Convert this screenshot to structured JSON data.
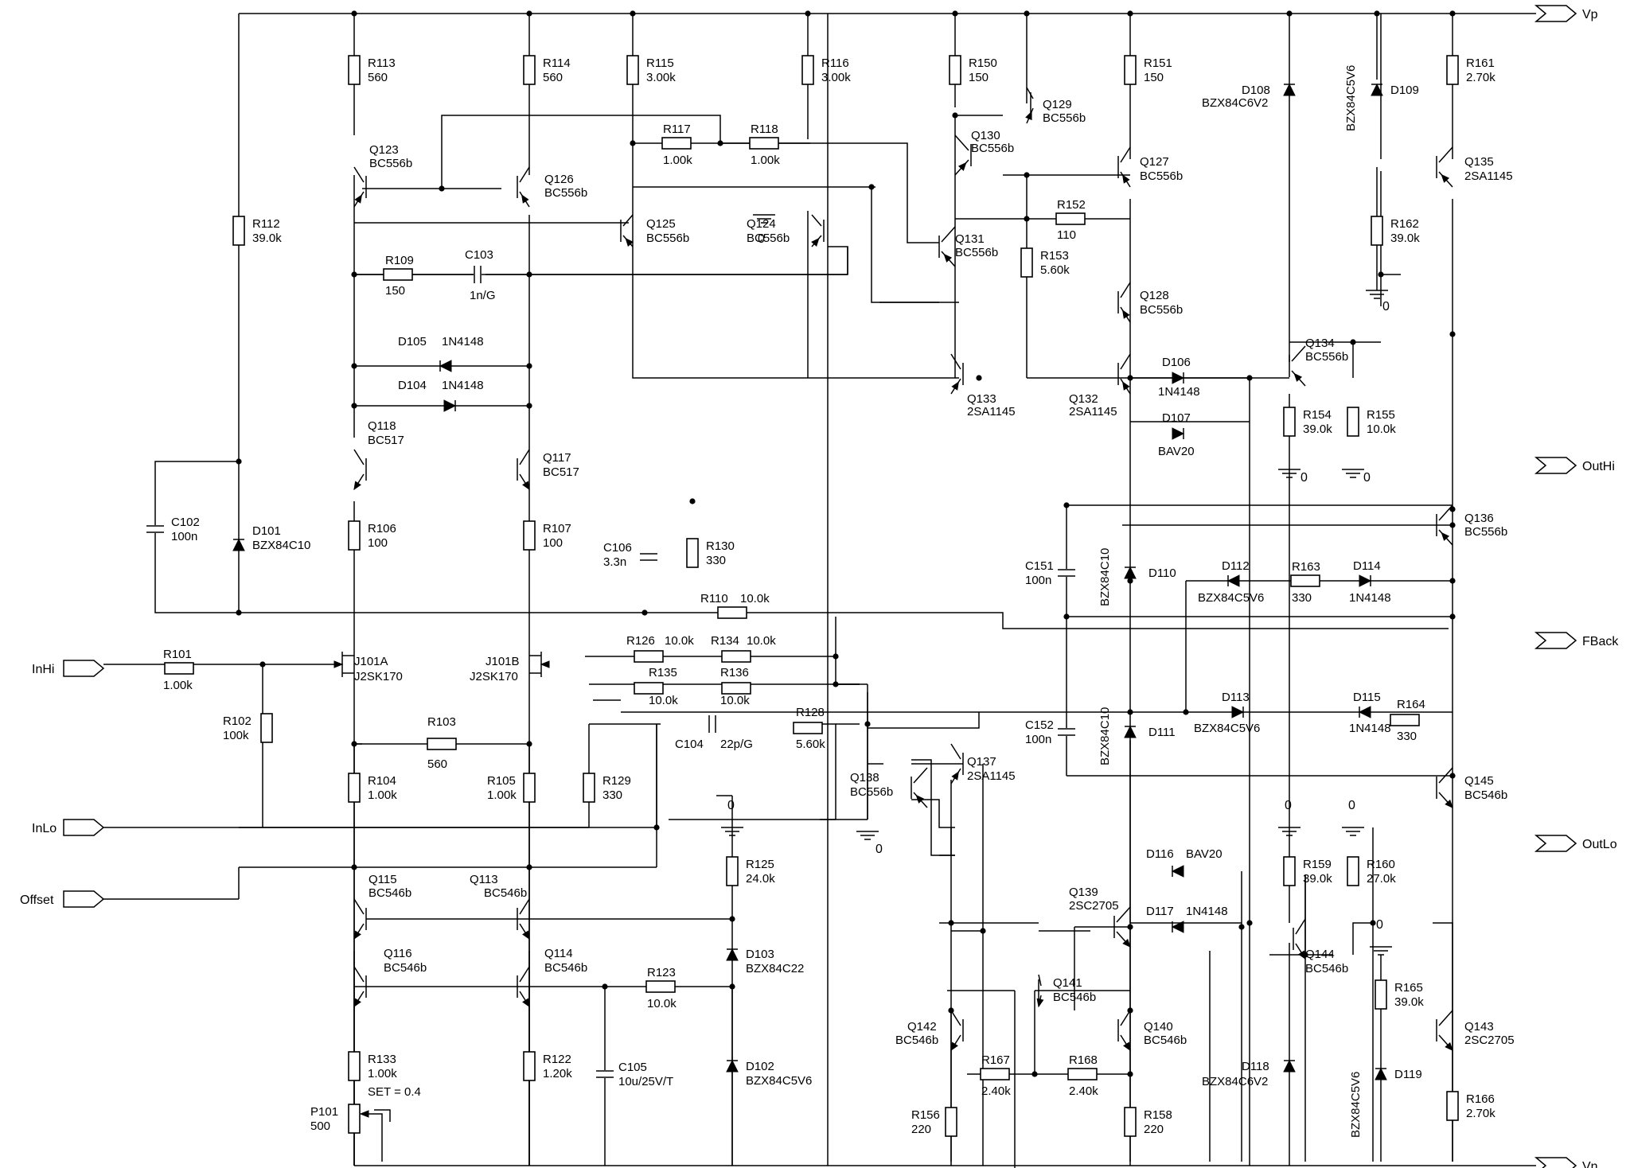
{
  "nets": {
    "vp": "Vp",
    "vn": "Vn",
    "outhi": "OutHi",
    "outlo": "OutLo",
    "fback": "FBack",
    "inhi": "InHi",
    "inlo": "InLo",
    "offset": "Offset",
    "gnd": "0"
  },
  "resistors": [
    {
      "ref": "R113",
      "value": "560"
    },
    {
      "ref": "R114",
      "value": "560"
    },
    {
      "ref": "R115",
      "value": "3.00k"
    },
    {
      "ref": "R116",
      "value": "3.00k"
    },
    {
      "ref": "R150",
      "value": "150"
    },
    {
      "ref": "R151",
      "value": "150"
    },
    {
      "ref": "R161",
      "value": "2.70k"
    },
    {
      "ref": "R117",
      "value": "1.00k"
    },
    {
      "ref": "R118",
      "value": "1.00k"
    },
    {
      "ref": "R112",
      "value": "39.0k"
    },
    {
      "ref": "R109",
      "value": "150"
    },
    {
      "ref": "R152",
      "value": "110"
    },
    {
      "ref": "R153",
      "value": "5.60k"
    },
    {
      "ref": "R162",
      "value": "39.0k"
    },
    {
      "ref": "R154",
      "value": "39.0k"
    },
    {
      "ref": "R155",
      "value": "10.0k"
    },
    {
      "ref": "R106",
      "value": "100"
    },
    {
      "ref": "R107",
      "value": "100"
    },
    {
      "ref": "R130",
      "value": "330"
    },
    {
      "ref": "R110",
      "value": "10.0k"
    },
    {
      "ref": "R163",
      "value": "330"
    },
    {
      "ref": "R126",
      "value": "10.0k"
    },
    {
      "ref": "R134",
      "value": "10.0k"
    },
    {
      "ref": "R135",
      "value": "10.0k"
    },
    {
      "ref": "R136",
      "value": "10.0k"
    },
    {
      "ref": "R101",
      "value": "1.00k"
    },
    {
      "ref": "R102",
      "value": "100k"
    },
    {
      "ref": "R103",
      "value": "560"
    },
    {
      "ref": "R128",
      "value": "5.60k"
    },
    {
      "ref": "R164",
      "value": "330"
    },
    {
      "ref": "R104",
      "value": "1.00k"
    },
    {
      "ref": "R105",
      "value": "1.00k"
    },
    {
      "ref": "R129",
      "value": "330"
    },
    {
      "ref": "R125",
      "value": "24.0k"
    },
    {
      "ref": "R159",
      "value": "39.0k"
    },
    {
      "ref": "R160",
      "value": "27.0k"
    },
    {
      "ref": "R123",
      "value": "10.0k"
    },
    {
      "ref": "R165",
      "value": "39.0k"
    },
    {
      "ref": "R133",
      "value": "1.00k"
    },
    {
      "ref": "R122",
      "value": "1.20k"
    },
    {
      "ref": "R167",
      "value": "2.40k"
    },
    {
      "ref": "R168",
      "value": "2.40k"
    },
    {
      "ref": "R156",
      "value": "220"
    },
    {
      "ref": "R158",
      "value": "220"
    },
    {
      "ref": "R166",
      "value": "2.70k"
    }
  ],
  "capacitors": [
    {
      "ref": "C103",
      "value": "1n/G"
    },
    {
      "ref": "C102",
      "value": "100n"
    },
    {
      "ref": "C106",
      "value": "3.3n"
    },
    {
      "ref": "C151",
      "value": "100n"
    },
    {
      "ref": "C152",
      "value": "100n"
    },
    {
      "ref": "C104",
      "value": "22p/G"
    },
    {
      "ref": "C105",
      "value": "10u/25V/T"
    }
  ],
  "diodes": [
    {
      "ref": "D108",
      "value": "BZX84C6V2"
    },
    {
      "ref": "D109",
      "value": "BZX84C5V6"
    },
    {
      "ref": "D105",
      "value": "1N4148"
    },
    {
      "ref": "D104",
      "value": "1N4148"
    },
    {
      "ref": "D106",
      "value": "1N4148"
    },
    {
      "ref": "D107",
      "value": "BAV20"
    },
    {
      "ref": "D101",
      "value": "BZX84C10"
    },
    {
      "ref": "D110",
      "value": "BZX84C10"
    },
    {
      "ref": "D112",
      "value": "BZX84C5V6"
    },
    {
      "ref": "D114",
      "value": "1N4148"
    },
    {
      "ref": "D111",
      "value": "BZX84C10"
    },
    {
      "ref": "D113",
      "value": "BZX84C5V6"
    },
    {
      "ref": "D115",
      "value": "1N4148"
    },
    {
      "ref": "D116",
      "value": "BAV20"
    },
    {
      "ref": "D117",
      "value": "1N4148"
    },
    {
      "ref": "D103",
      "value": "BZX84C22"
    },
    {
      "ref": "D102",
      "value": "BZX84C5V6"
    },
    {
      "ref": "D118",
      "value": "BZX84C6V2"
    },
    {
      "ref": "D119",
      "value": "BZX84C5V6"
    }
  ],
  "transistors": [
    {
      "ref": "Q129",
      "value": "BC556b"
    },
    {
      "ref": "Q130",
      "value": "BC556b"
    },
    {
      "ref": "Q123",
      "value": "BC556b"
    },
    {
      "ref": "Q126",
      "value": "BC556b"
    },
    {
      "ref": "Q127",
      "value": "BC556b"
    },
    {
      "ref": "Q135",
      "value": "2SA1145"
    },
    {
      "ref": "Q125",
      "value": "BC556b"
    },
    {
      "ref": "Q124",
      "value": "BC556b"
    },
    {
      "ref": "Q131",
      "value": "BC556b"
    },
    {
      "ref": "Q128",
      "value": "BC556b"
    },
    {
      "ref": "Q134",
      "value": "BC556b"
    },
    {
      "ref": "Q133",
      "value": "2SA1145"
    },
    {
      "ref": "Q132",
      "value": "2SA1145"
    },
    {
      "ref": "Q118",
      "value": "BC517"
    },
    {
      "ref": "Q117",
      "value": "BC517"
    },
    {
      "ref": "Q136",
      "value": "BC556b"
    },
    {
      "ref": "J101A",
      "value": "J2SK170"
    },
    {
      "ref": "J101B",
      "value": "J2SK170"
    },
    {
      "ref": "Q137",
      "value": "2SA1145"
    },
    {
      "ref": "Q138",
      "value": "BC556b"
    },
    {
      "ref": "Q145",
      "value": "BC546b"
    },
    {
      "ref": "Q115",
      "value": "BC546b"
    },
    {
      "ref": "Q113",
      "value": "BC546b"
    },
    {
      "ref": "Q139",
      "value": "2SC2705"
    },
    {
      "ref": "Q116",
      "value": "BC546b"
    },
    {
      "ref": "Q114",
      "value": "BC546b"
    },
    {
      "ref": "Q144",
      "value": "BC546b"
    },
    {
      "ref": "Q141",
      "value": "BC546b"
    },
    {
      "ref": "Q142",
      "value": "BC546b"
    },
    {
      "ref": "Q140",
      "value": "BC546b"
    },
    {
      "ref": "Q143",
      "value": "2SC2705"
    }
  ],
  "trimmer": {
    "ref": "P101",
    "value": "500",
    "note": "SET = 0.4"
  }
}
